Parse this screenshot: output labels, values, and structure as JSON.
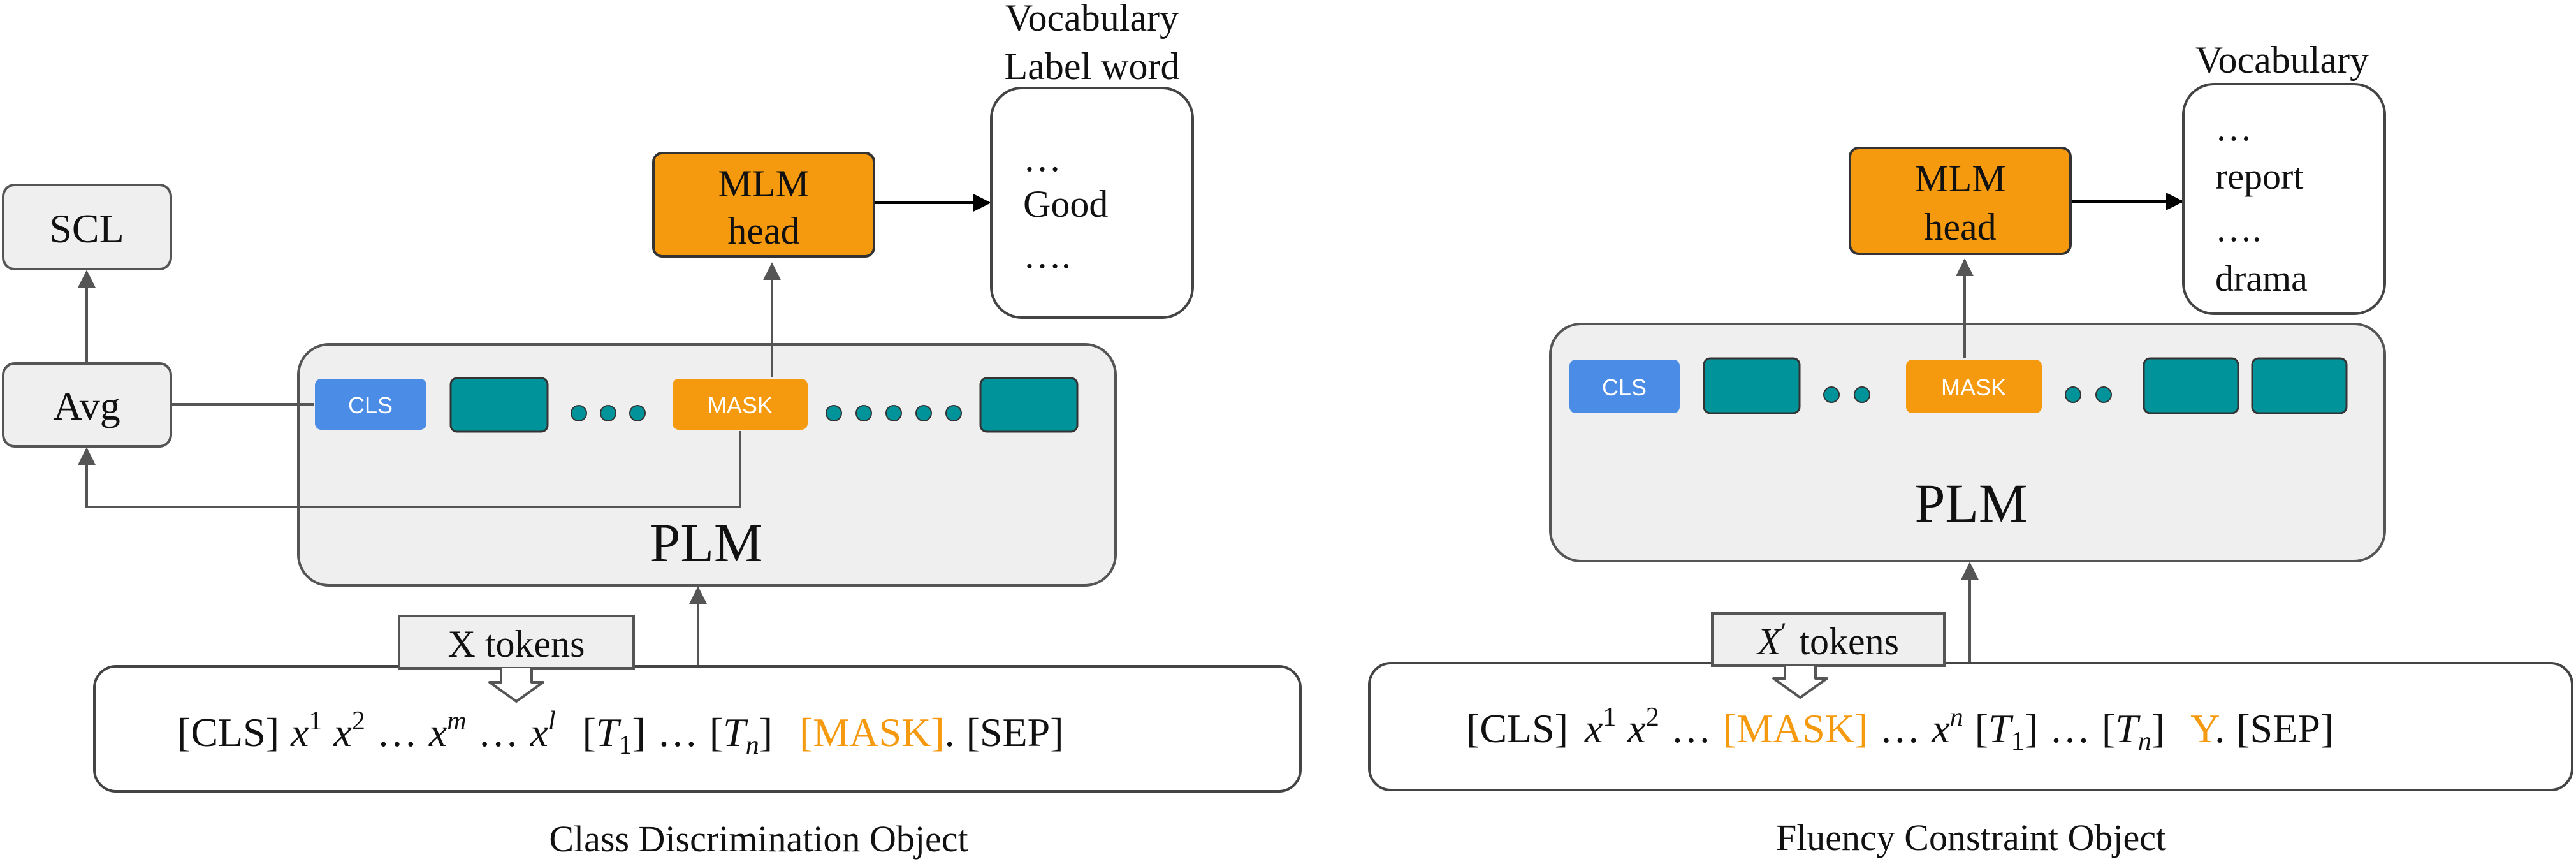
{
  "left": {
    "caption": "Class Discrimination Object",
    "scl_label": "SCL",
    "avg_label": "Avg",
    "mlm_line1": "MLM",
    "mlm_line2": "head",
    "vocab_title1": "Vocabulary",
    "vocab_title2": "Label word",
    "vocab_items": [
      "…",
      "Good",
      "…."
    ],
    "plm_label": "PLM",
    "cls_token": "CLS",
    "mask_token": "MASK",
    "tokens_label": "X tokens",
    "input": {
      "cls": "[CLS]",
      "x": "x",
      "sup1": "1",
      "sup2": "2",
      "supm": "m",
      "supl": "l",
      "ellipsis": "…",
      "T": "T",
      "sub1": "1",
      "subn": "n",
      "lb": "[",
      "rb": "]",
      "mask": "[MASK]",
      "period": ".",
      "sep": "[SEP]"
    }
  },
  "right": {
    "caption": "Fluency Constraint Object",
    "mlm_line1": "MLM",
    "mlm_line2": "head",
    "vocab_title": "Vocabulary",
    "vocab_items": [
      "…",
      "report",
      "….",
      "drama"
    ],
    "plm_label": "PLM",
    "cls_token": "CLS",
    "mask_token": "MASK",
    "tokens_label_x": "X",
    "tokens_label_prime": "′",
    "tokens_label_rest": "tokens",
    "input": {
      "cls": "[CLS]",
      "x": "x",
      "sup1": "1",
      "sup2": "2",
      "supn": "n",
      "ellipsis": "…",
      "mask": "[MASK]",
      "T": "T",
      "sub1": "1",
      "subn": "n",
      "lb": "[",
      "rb": "]",
      "y": "Y",
      "period": ".",
      "sep": "[SEP]"
    }
  },
  "colors": {
    "orange": "#f59a0f",
    "teal": "#00939a",
    "blue": "#4a8ce6",
    "box_gray": "#efefef",
    "stroke": "#555555"
  }
}
